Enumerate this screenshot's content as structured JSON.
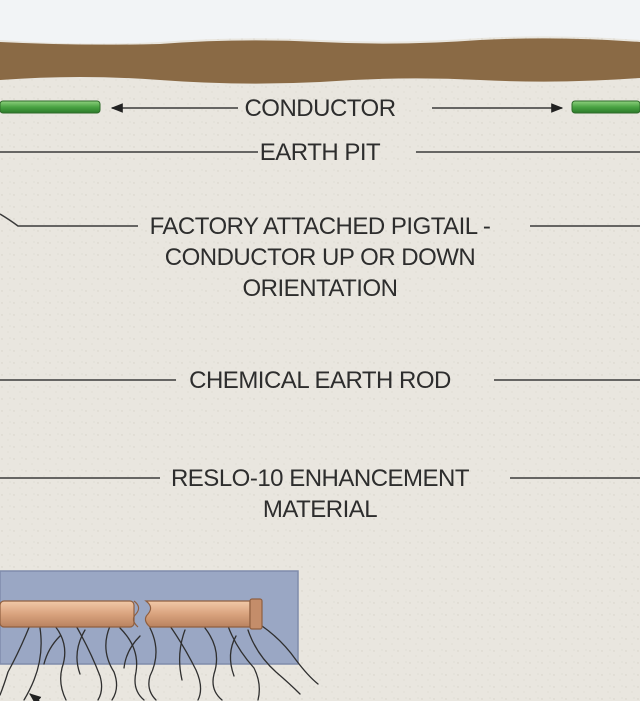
{
  "labels": {
    "conductor": "CONDUCTOR",
    "earth_pit": "EARTH PIT",
    "pigtail_line1": "FACTORY ATTACHED PIGTAIL -",
    "pigtail_line2": "CONDUCTOR UP OR DOWN",
    "pigtail_line3": "ORIENTATION",
    "earth_rod": "CHEMICAL EARTH ROD",
    "enhancement_line1": "RESLO-10 ENHANCEMENT",
    "enhancement_line2": "MATERIAL"
  },
  "colors": {
    "sky": "#f2f4f6",
    "soil_top": "#8a6a45",
    "ground": "#e9e6df",
    "conductor_green": "#4aa343",
    "leader_line": "#3a3a3a",
    "pit_box": "#9aa7c4",
    "rod_copper": "#d9a37e",
    "roots": "#2f2f2f"
  }
}
